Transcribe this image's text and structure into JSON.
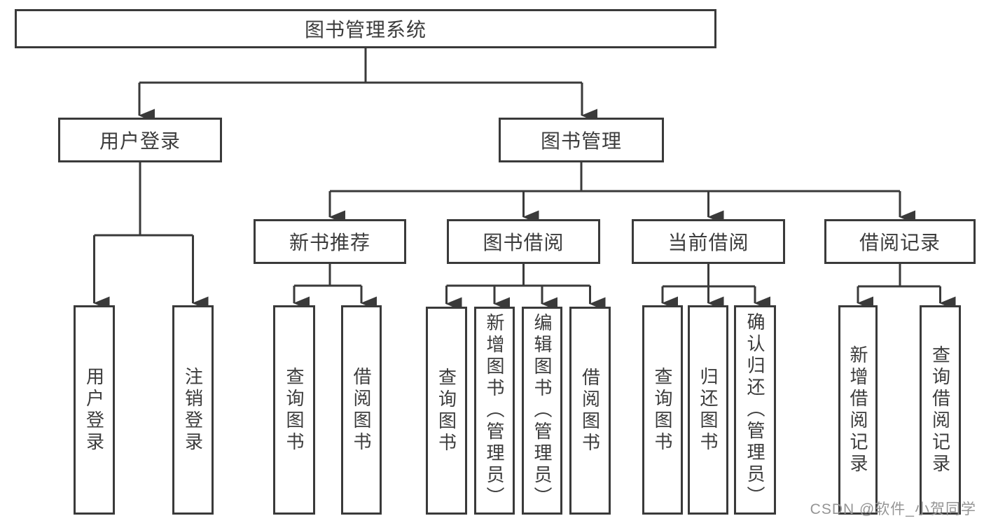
{
  "diagram": {
    "root": {
      "label": "图书管理系统"
    },
    "level2": {
      "user_login": {
        "label": "用户登录"
      },
      "book_mgmt": {
        "label": "图书管理"
      }
    },
    "level3": {
      "new_book": {
        "label": "新书推荐"
      },
      "book_borrow": {
        "label": "图书借阅"
      },
      "current_borrow": {
        "label": "当前借阅"
      },
      "borrow_record": {
        "label": "借阅记录"
      }
    },
    "leaves": {
      "user_login": {
        "label": "用户登录"
      },
      "logout": {
        "label": "注销登录"
      },
      "nb_query": {
        "label": "查询图书"
      },
      "nb_borrow": {
        "label": "借阅图书"
      },
      "bb_query": {
        "label": "查询图书"
      },
      "bb_add": {
        "label": "新增图书（管理员）"
      },
      "bb_edit": {
        "label": "编辑图书（管理员）"
      },
      "bb_borrow": {
        "label": "借阅图书"
      },
      "cb_query": {
        "label": "查询图书"
      },
      "cb_return": {
        "label": "归还图书"
      },
      "cb_confirm": {
        "label": "确认归还（管理员）"
      },
      "br_add": {
        "label": "新增借阅记录"
      },
      "br_query": {
        "label": "查询借阅记录"
      }
    }
  },
  "watermark": {
    "text": "CSDN @软件_小贺同学"
  },
  "colors": {
    "line": "#3a3a3a",
    "text": "#3c3c3c",
    "watermark": "#959595",
    "background": "#ffffff"
  }
}
